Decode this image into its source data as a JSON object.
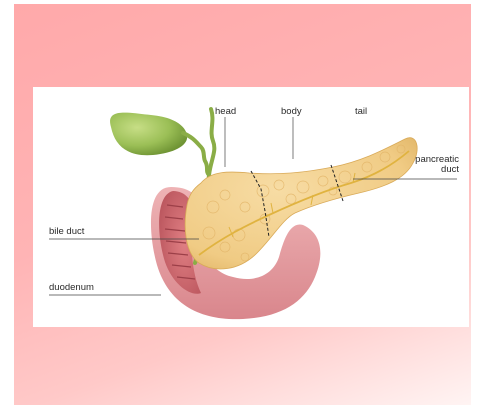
{
  "labels": {
    "head": "head",
    "body": "body",
    "tail": "tail",
    "pancreatic_duct": "pancreatic\nduct",
    "bile_duct": "bile duct",
    "duodenum": "duodenum"
  },
  "colors": {
    "background_gradient_start": "#ffa9aa",
    "background_gradient_end": "#fff4f3",
    "pancreas": "#f3d08e",
    "gallbladder": "#9bbf56",
    "duodenum": "#e29a9e",
    "duct": "#e0b340"
  }
}
